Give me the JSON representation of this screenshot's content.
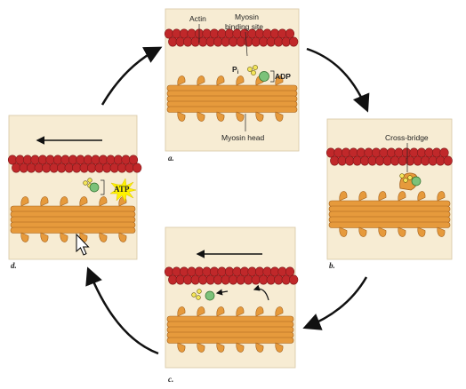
{
  "diagram": {
    "panels": [
      {
        "id": "a",
        "label": "a.",
        "callouts": {
          "actin": "Actin",
          "myosin_binding_site_line1": "Myosin",
          "myosin_binding_site_line2": "binding site",
          "pi": "P",
          "pi_sub": "i",
          "adp": "ADP",
          "myosin_head": "Myosin head"
        }
      },
      {
        "id": "b",
        "label": "b.",
        "callouts": {
          "cross_bridge": "Cross-bridge"
        }
      },
      {
        "id": "c",
        "label": "c.",
        "callouts": {}
      },
      {
        "id": "d",
        "label": "d.",
        "callouts": {
          "atp": "ATP"
        }
      }
    ],
    "colors": {
      "panel_bg": "#f7ecd3",
      "actin": "#c0282a",
      "actin_dark": "#7c1516",
      "myosin": "#e69a3c",
      "myosin_dark": "#a4601a",
      "pi_ball": "#f3e55a",
      "adp_ball": "#7cc27a",
      "atp_burst": "#fff200",
      "arrow": "#111111"
    }
  }
}
